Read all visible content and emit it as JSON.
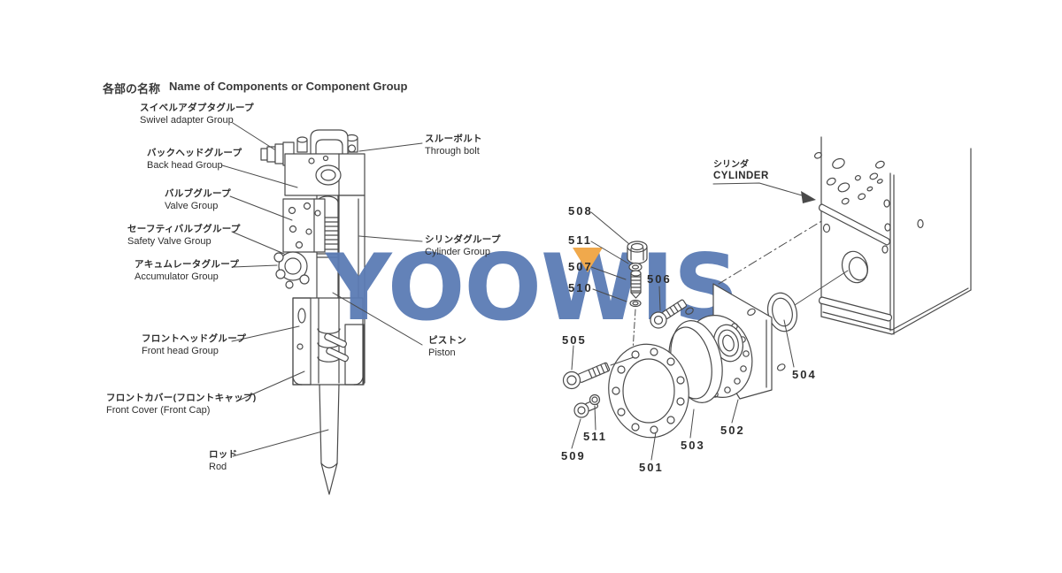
{
  "title": {
    "jp": "各部の名称",
    "en": "Name of Components or Component Group"
  },
  "watermark": {
    "text": "YOOWIS",
    "blue": "#5b7cb5",
    "orange": "#f0a94c"
  },
  "component_labels": [
    {
      "id": "swivel-adapter",
      "jp": "スイベルアダプタグループ",
      "en": "Swivel adapter Group"
    },
    {
      "id": "back-head",
      "jp": "バックヘッドグループ",
      "en": "Back head Group"
    },
    {
      "id": "valve",
      "jp": "バルブグループ",
      "en": "Valve Group"
    },
    {
      "id": "safety-valve",
      "jp": "セーフティバルブグループ",
      "en": "Safety Valve Group"
    },
    {
      "id": "accumulator",
      "jp": "アキュムレータグループ",
      "en": "Accumulator Group"
    },
    {
      "id": "front-head",
      "jp": "フロントヘッドグループ",
      "en": "Front head Group"
    },
    {
      "id": "front-cover",
      "jp": "フロントカバー(フロントキャップ)",
      "en": "Front Cover (Front Cap)"
    },
    {
      "id": "rod",
      "jp": "ロッド",
      "en": "Rod"
    },
    {
      "id": "through-bolt",
      "jp": "スルーボルト",
      "en": "Through bolt"
    },
    {
      "id": "cylinder-group",
      "jp": "シリンダグループ",
      "en": "Cylinder Group"
    },
    {
      "id": "piston",
      "jp": "ピストン",
      "en": "Piston"
    }
  ],
  "cylinder_callout": {
    "jp": "シリンダ",
    "en": "CYLINDER"
  },
  "part_numbers": [
    "508",
    "511",
    "507",
    "510",
    "506",
    "505",
    "509",
    "511",
    "501",
    "503",
    "502",
    "504"
  ]
}
